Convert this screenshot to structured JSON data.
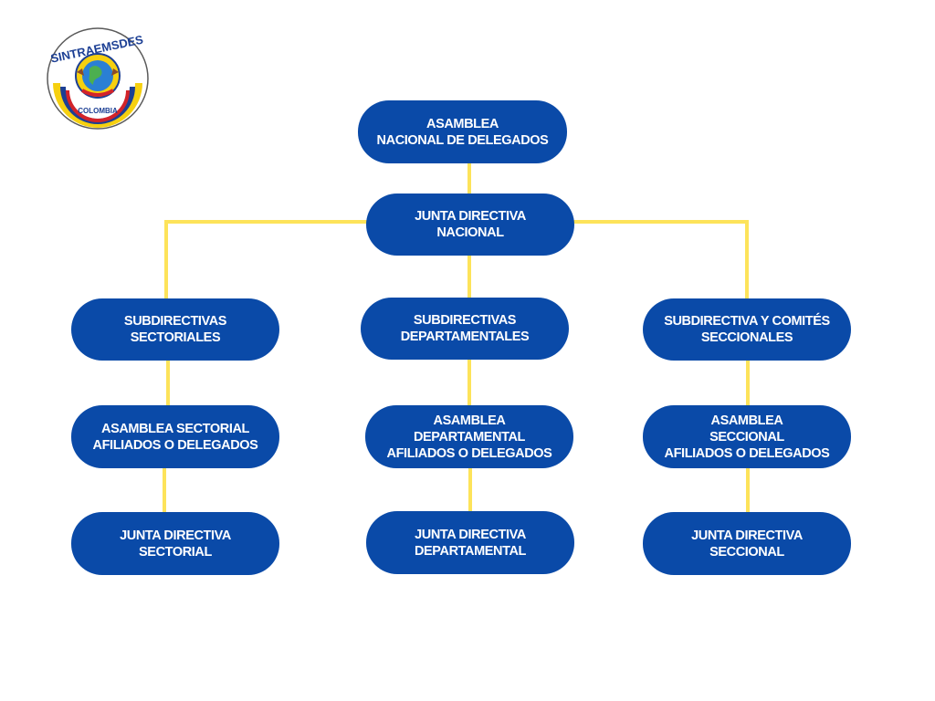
{
  "logo": {
    "text_top": "SINTRAEMSDES",
    "text_bottom": "COLOMBIA",
    "colors": {
      "yellow": "#f6d00f",
      "blue": "#1c3f94",
      "red": "#d2232a"
    }
  },
  "colors": {
    "node_fill": "#0a4aa8",
    "node_text": "#ffffff",
    "connector": "#fde35a"
  },
  "nodes": {
    "asamblea_nacional": "ASAMBLEA\nNACIONAL DE DELEGADOS",
    "junta_nacional": "JUNTA DIRECTIVA\nNACIONAL",
    "sub_sectoriales": "SUBDIRECTIVAS\nSECTORIALES",
    "sub_departamentales": "SUBDIRECTIVAS\nDEPARTAMENTALES",
    "sub_seccionales": "SUBDIRECTIVA Y COMITÉS\nSECCIONALES",
    "asamblea_sectorial": "ASAMBLEA SECTORIAL\nAFILIADOS O DELEGADOS",
    "asamblea_departamental": "ASAMBLEA\nDEPARTAMENTAL\nAFILIADOS O DELEGADOS",
    "asamblea_seccional": "ASAMBLEA\nSECCIONAL\nAFILIADOS O DELEGADOS",
    "junta_sectorial": "JUNTA DIRECTIVA\nSECTORIAL",
    "junta_departamental": "JUNTA DIRECTIVA\nDEPARTAMENTAL",
    "junta_seccional": "JUNTA DIRECTIVA\nSECCIONAL"
  }
}
